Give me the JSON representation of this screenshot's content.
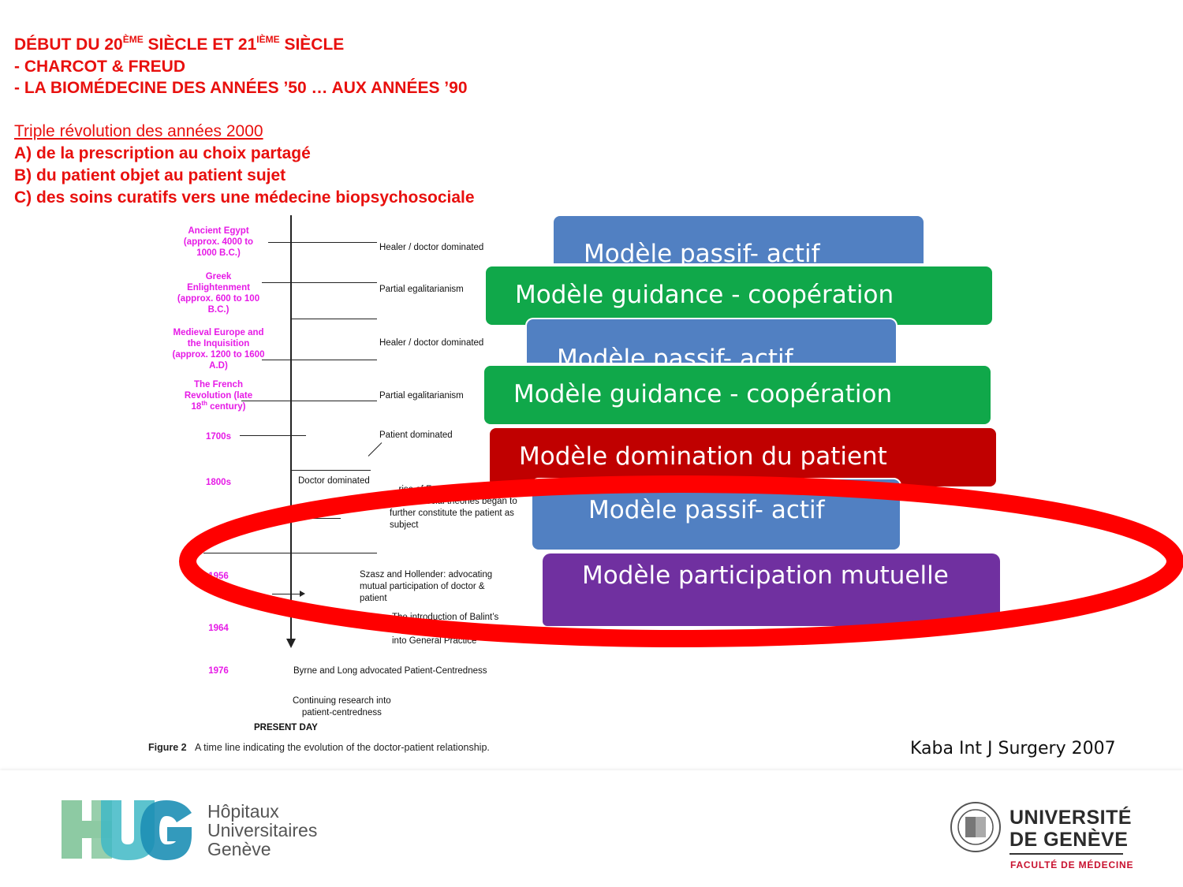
{
  "header": {
    "line1_part1": "DÉBUT DU 20",
    "line1_sup1": "ÈME",
    "line1_part2": " SIÈCLE ET 21",
    "line1_sup2": "IÈME",
    "line1_part3": " SIÈCLE",
    "line2": "- CHARCOT & FREUD",
    "line3": "- LA BIOMÉDECINE DES ANNÉES ’50 … AUX ANNÉES ’90",
    "subtitle": "Triple révolution des années 2000",
    "points": [
      "A) de la prescription au choix partagé",
      "B) du patient objet au patient sujet",
      "C) des soins curatifs vers une médecine biopsychosociale"
    ]
  },
  "timeline": {
    "eras": [
      "Ancient Egypt\n(approx. 4000 to\n1000 B.C.)",
      "Greek\nEnlightenment\n(approx. 600 to 100\nB.C.)",
      "Medieval Europe and\nthe Inquisition\n(approx. 1200 to 1600\nA.D)",
      "The French\nRevolution (late\n18",
      "th",
      " century)",
      "1700s",
      "1800s",
      "1956",
      "1964",
      "1976"
    ],
    "labels": [
      "Healer / doctor dominated",
      "Partial egalitarianism",
      "Healer / doctor dominated",
      "Partial egalitarianism",
      "Patient dominated",
      "Doctor dominated",
      "…rise of Freudian style and\npsycho-social theories began to\nfurther constitute the patient as\nsubject",
      "Szasz and Hollender: advocating\nmutual participation of doctor &\npatient",
      "The introduction of Balint’s\n…\ninto General Practice",
      "Byrne and Long advocated Patient-Centredness",
      "Continuing research into\npatient-centredness"
    ],
    "present_day": "PRESENT DAY",
    "figure_label": "Figure 2",
    "caption": "A time line indicating the evolution of the doctor-patient relationship."
  },
  "models": {
    "passive_active": "Modèle passif- actif",
    "guidance": "Modèle guidance - coopération",
    "patient_domination": "Modèle domination du patient",
    "mutual": "Modèle participation mutuelle"
  },
  "citation": "Kaba Int J Surgery 2007",
  "footer": {
    "hug_letters": "HUG",
    "hug_lines": [
      "Hôpitaux",
      "Universitaires",
      "Genève"
    ],
    "unige_lines": [
      "UNIVERSITÉ",
      "DE GENÈVE"
    ],
    "faculty": "FACULTÉ DE MÉDECINE"
  },
  "colors": {
    "title_red": "#e8100e",
    "box_blue": "#5180c2",
    "box_green": "#10a84a",
    "box_red": "#c00000",
    "box_purple": "#7030a0",
    "ellipse_red": "#ff0000",
    "era_magenta": "#e61ae6"
  }
}
